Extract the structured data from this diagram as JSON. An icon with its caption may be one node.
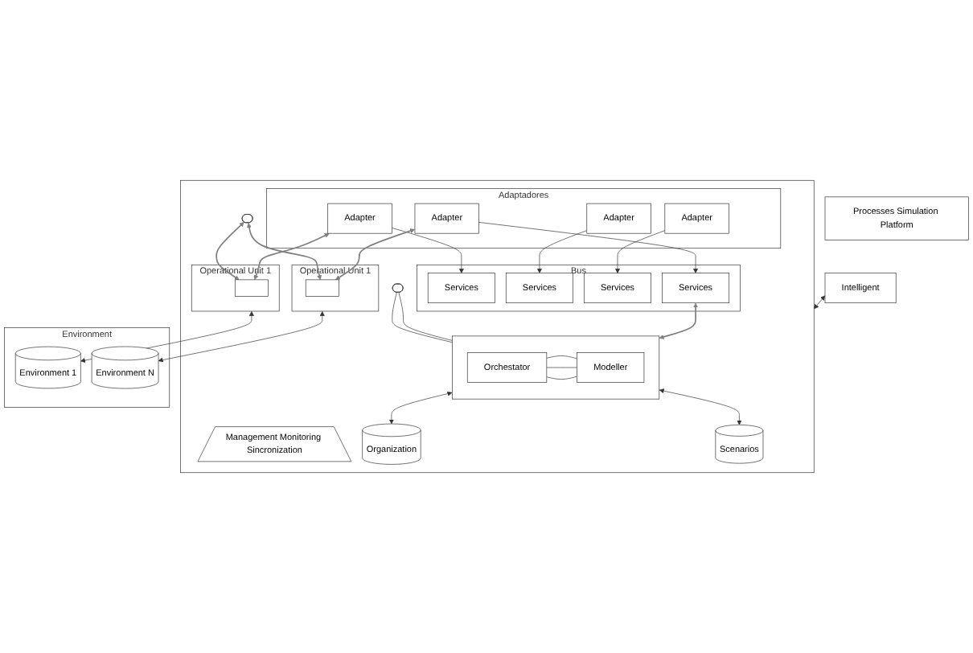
{
  "diagram": {
    "nodes": [
      {
        "text": [
          "Intelligent"
        ]
      },
      {
        "text": [
          "Processes Simulation Platform"
        ]
      },
      {
        "text": [],
        "shape": "box"
      },
      {
        "text": [
          "Management Monitoring Sincronization"
        ],
        "in": 2
      },
      {
        "text": [],
        "shape": "ellipse",
        "in": 2
      },
      {
        "text": [
          "Bus"
        ],
        "in": 2
      },
      {
        "text": [
          "Services"
        ],
        "in": 5
      },
      {
        "text": [
          "Services"
        ],
        "in": 5
      },
      {
        "text": [
          "Services"
        ],
        "in": 5
      },
      {
        "text": [
          "Services"
        ],
        "in": 5
      },
      {
        "text": [
          "Adaptadores"
        ],
        "in": 2
      },
      {
        "text": [
          "Adapter"
        ],
        "in": 10
      },
      {
        "text": [
          "Adapter"
        ],
        "in": 10
      },
      {
        "text": [
          "Adapter"
        ],
        "in": 10
      },
      {
        "text": [
          "Adapter"
        ],
        "in": 10
      },
      {
        "text": [
          "Operational Unit 1"
        ],
        "in": 2
      },
      {
        "text": [],
        "shape": "box",
        "in": 15
      },
      {
        "text": [
          "Operational Unit 1"
        ],
        "in": 2
      },
      {
        "text": [],
        "shape": "box",
        "in": 17
      },
      {
        "text": [],
        "shape": "ellipse",
        "in": 2
      },
      {
        "text": [],
        "shape": "box",
        "in": 2
      },
      {
        "text": [
          "Orchestator"
        ],
        "in": 20
      },
      {
        "text": [
          "Modeller"
        ],
        "in": 20
      },
      {
        "text": [
          "Organization"
        ],
        "in": 2
      },
      {
        "text": [
          "Scenarios"
        ],
        "in": 2
      },
      {
        "text": [
          "Environment"
        ]
      },
      {
        "text": [
          "Environment 1"
        ],
        "in": 25
      },
      {
        "text": [
          "Environment N"
        ],
        "in": 25
      }
    ],
    "edges": [
      {
        "from": 0,
        "to": 2,
        "arrow": "both"
      },
      {
        "from": 11,
        "to": 6,
        "arrow": "to"
      },
      {
        "from": 12,
        "to": 7,
        "arrow": "to"
      },
      {
        "from": 13,
        "to": 8,
        "arrow": "to"
      },
      {
        "from": 14,
        "to": 9,
        "arrow": "to"
      },
      {
        "from": 11,
        "to": 16,
        "arrow": "both",
        "color": "#808080"
      },
      {
        "from": 14,
        "to": 18,
        "arrow": "both",
        "color": "#808080"
      },
      {
        "from": 4,
        "to": 16,
        "arrow": "both",
        "color": "#808080"
      },
      {
        "from": 4,
        "to": 18,
        "arrow": "both",
        "color": "#808080"
      },
      {
        "from": 9,
        "to": 20,
        "arrow": "both",
        "color": "#808080"
      },
      {
        "from": 19,
        "to": 20,
        "arrow": "none"
      },
      {
        "from": 19,
        "to": 20,
        "arrow": "none"
      },
      {
        "from": 21,
        "to": 22,
        "arrow": "none"
      },
      {
        "from": 21,
        "to": 22,
        "arrow": "none"
      },
      {
        "from": 21,
        "to": 22,
        "arrow": "none"
      },
      {
        "from": 20,
        "to": 23,
        "arrow": "both"
      },
      {
        "from": 20,
        "to": 24,
        "arrow": "both"
      },
      {
        "from": 15,
        "to": 26,
        "arrow": "both"
      },
      {
        "from": 17,
        "to": 27,
        "arrow": "both"
      }
    ]
  }
}
